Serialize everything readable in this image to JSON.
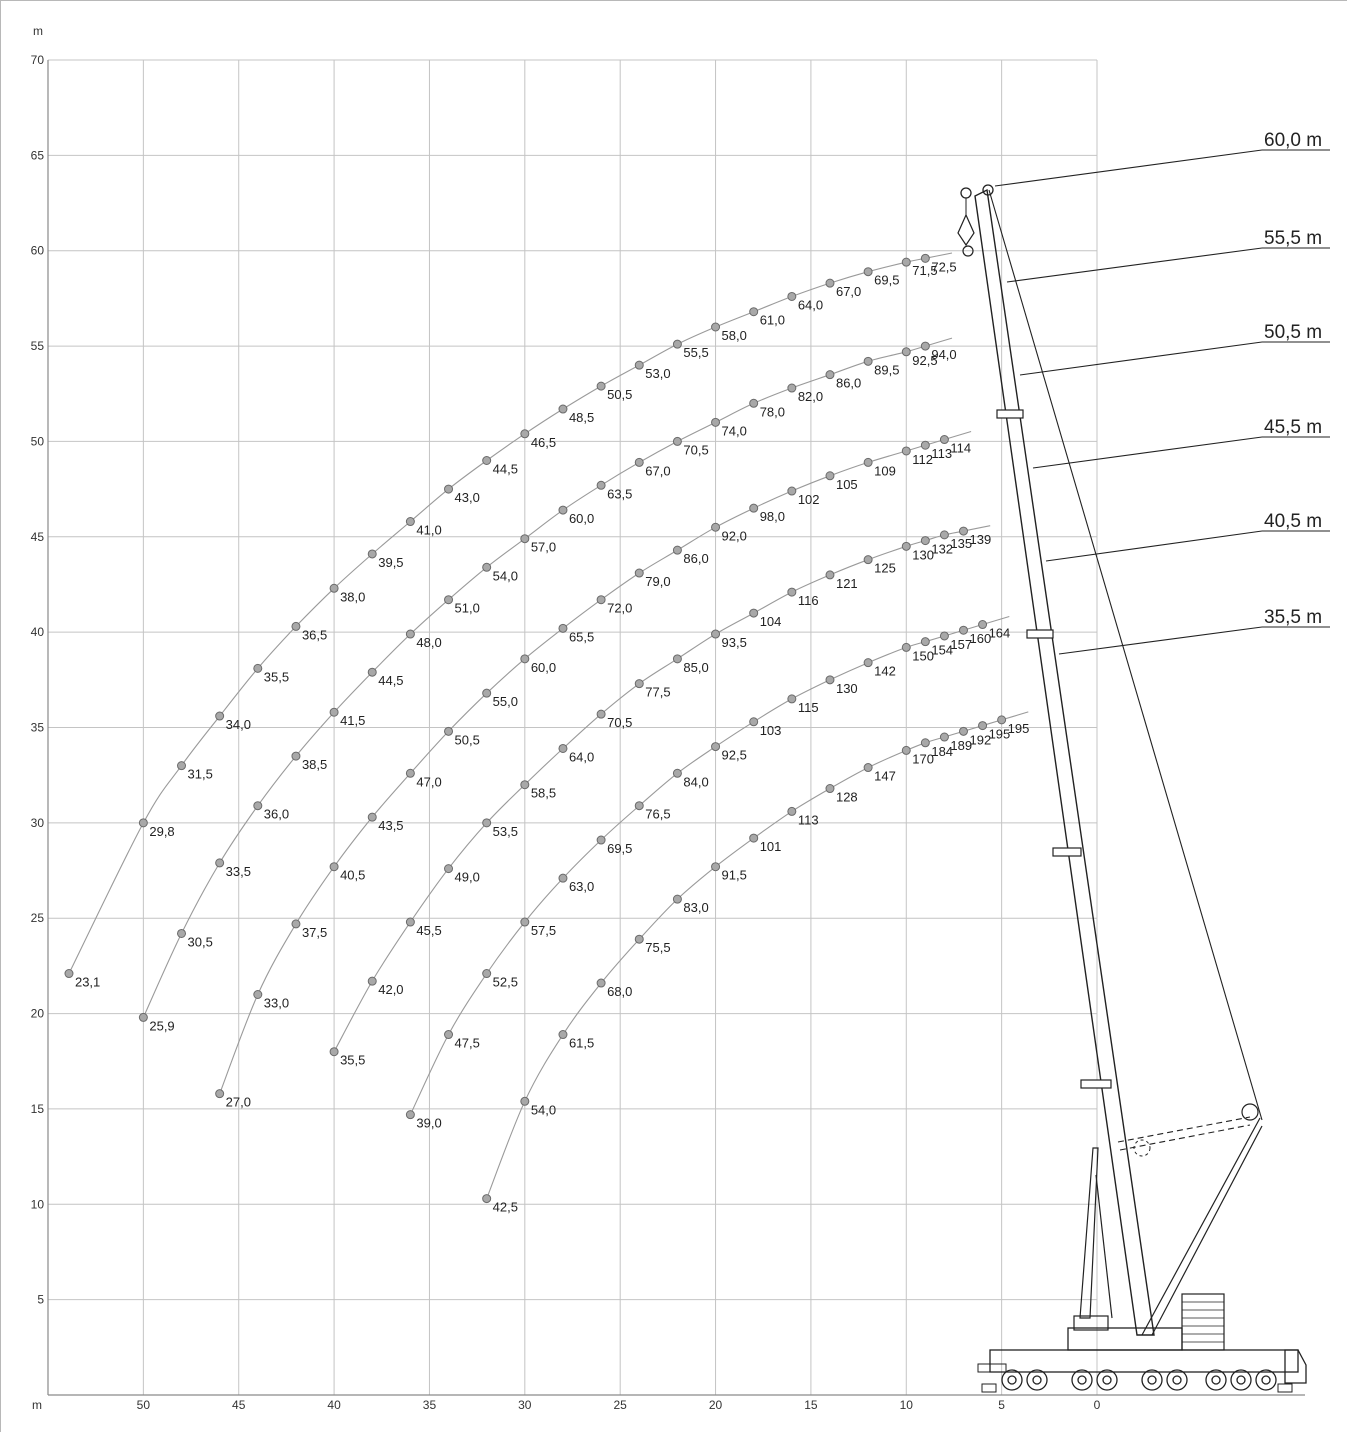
{
  "chart_data": {
    "type": "line",
    "x_unit": "m",
    "y_unit": "m",
    "xlim": [
      55,
      0
    ],
    "ylim": [
      0,
      70
    ],
    "x_ticks": [
      "50",
      "45",
      "40",
      "35",
      "30",
      "25",
      "20",
      "15",
      "10",
      "5",
      "0"
    ],
    "y_ticks": [
      "5",
      "10",
      "15",
      "20",
      "25",
      "30",
      "35",
      "40",
      "45",
      "50",
      "55",
      "60",
      "65",
      "70"
    ],
    "grid": true,
    "boom_lengths": [
      "60,0 m",
      "55,5 m",
      "50,5 m",
      "45,5 m",
      "40,5 m",
      "35,5 m"
    ],
    "series": [
      {
        "points": [
          {
            "x": 53.9,
            "y": 22.1,
            "label": "23,1"
          },
          {
            "x": 50.0,
            "y": 30.0,
            "label": "29,8"
          },
          {
            "x": 48.0,
            "y": 33.0,
            "label": "31,5"
          },
          {
            "x": 46.0,
            "y": 35.6,
            "label": "34,0"
          },
          {
            "x": 44.0,
            "y": 38.1,
            "label": "35,5"
          },
          {
            "x": 42.0,
            "y": 40.3,
            "label": "36,5"
          },
          {
            "x": 40.0,
            "y": 42.3,
            "label": "38,0"
          },
          {
            "x": 38.0,
            "y": 44.1,
            "label": "39,5"
          },
          {
            "x": 36.0,
            "y": 45.8,
            "label": "41,0"
          },
          {
            "x": 34.0,
            "y": 47.5,
            "label": "43,0"
          },
          {
            "x": 32.0,
            "y": 49.0,
            "label": "44,5"
          },
          {
            "x": 30.0,
            "y": 50.4,
            "label": "46,5"
          },
          {
            "x": 28.0,
            "y": 51.7,
            "label": "48,5"
          },
          {
            "x": 26.0,
            "y": 52.9,
            "label": "50,5"
          },
          {
            "x": 24.0,
            "y": 54.0,
            "label": "53,0"
          },
          {
            "x": 22.0,
            "y": 55.1,
            "label": "55,5"
          },
          {
            "x": 20.0,
            "y": 56.0,
            "label": "58,0"
          },
          {
            "x": 18.0,
            "y": 56.8,
            "label": "61,0"
          },
          {
            "x": 16.0,
            "y": 57.6,
            "label": "64,0"
          },
          {
            "x": 14.0,
            "y": 58.3,
            "label": "67,0"
          },
          {
            "x": 12.0,
            "y": 58.9,
            "label": "69,5"
          },
          {
            "x": 10.0,
            "y": 59.4,
            "label": "71,5"
          },
          {
            "x": 9.0,
            "y": 59.6,
            "label": "72,5"
          }
        ]
      },
      {
        "points": [
          {
            "x": 50.0,
            "y": 19.8,
            "label": "25,9"
          },
          {
            "x": 48.0,
            "y": 24.2,
            "label": "30,5"
          },
          {
            "x": 46.0,
            "y": 27.9,
            "label": "33,5"
          },
          {
            "x": 44.0,
            "y": 30.9,
            "label": "36,0"
          },
          {
            "x": 42.0,
            "y": 33.5,
            "label": "38,5"
          },
          {
            "x": 40.0,
            "y": 35.8,
            "label": "41,5"
          },
          {
            "x": 38.0,
            "y": 37.9,
            "label": "44,5"
          },
          {
            "x": 36.0,
            "y": 39.9,
            "label": "48,0"
          },
          {
            "x": 34.0,
            "y": 41.7,
            "label": "51,0"
          },
          {
            "x": 32.0,
            "y": 43.4,
            "label": "54,0"
          },
          {
            "x": 30.0,
            "y": 44.9,
            "label": "57,0"
          },
          {
            "x": 28.0,
            "y": 46.4,
            "label": "60,0"
          },
          {
            "x": 26.0,
            "y": 47.7,
            "label": "63,5"
          },
          {
            "x": 24.0,
            "y": 48.9,
            "label": "67,0"
          },
          {
            "x": 22.0,
            "y": 50.0,
            "label": "70,5"
          },
          {
            "x": 20.0,
            "y": 51.0,
            "label": "74,0"
          },
          {
            "x": 18.0,
            "y": 52.0,
            "label": "78,0"
          },
          {
            "x": 16.0,
            "y": 52.8,
            "label": "82,0"
          },
          {
            "x": 14.0,
            "y": 53.5,
            "label": "86,0"
          },
          {
            "x": 12.0,
            "y": 54.2,
            "label": "89,5"
          },
          {
            "x": 10.0,
            "y": 54.7,
            "label": "92,5"
          },
          {
            "x": 9.0,
            "y": 55.0,
            "label": "94,0"
          }
        ]
      },
      {
        "points": [
          {
            "x": 46.0,
            "y": 15.8,
            "label": "27,0"
          },
          {
            "x": 44.0,
            "y": 21.0,
            "label": "33,0"
          },
          {
            "x": 42.0,
            "y": 24.7,
            "label": "37,5"
          },
          {
            "x": 40.0,
            "y": 27.7,
            "label": "40,5"
          },
          {
            "x": 38.0,
            "y": 30.3,
            "label": "43,5"
          },
          {
            "x": 36.0,
            "y": 32.6,
            "label": "47,0"
          },
          {
            "x": 34.0,
            "y": 34.8,
            "label": "50,5"
          },
          {
            "x": 32.0,
            "y": 36.8,
            "label": "55,0"
          },
          {
            "x": 30.0,
            "y": 38.6,
            "label": "60,0"
          },
          {
            "x": 28.0,
            "y": 40.2,
            "label": "65,5"
          },
          {
            "x": 26.0,
            "y": 41.7,
            "label": "72,0"
          },
          {
            "x": 24.0,
            "y": 43.1,
            "label": "79,0"
          },
          {
            "x": 22.0,
            "y": 44.3,
            "label": "86,0"
          },
          {
            "x": 20.0,
            "y": 45.5,
            "label": "92,0"
          },
          {
            "x": 18.0,
            "y": 46.5,
            "label": "98,0"
          },
          {
            "x": 16.0,
            "y": 47.4,
            "label": "102"
          },
          {
            "x": 14.0,
            "y": 48.2,
            "label": "105"
          },
          {
            "x": 12.0,
            "y": 48.9,
            "label": "109"
          },
          {
            "x": 10.0,
            "y": 49.5,
            "label": "112"
          },
          {
            "x": 9.0,
            "y": 49.8,
            "label": "113"
          },
          {
            "x": 8.0,
            "y": 50.1,
            "label": "114"
          }
        ]
      },
      {
        "points": [
          {
            "x": 40.0,
            "y": 18.0,
            "label": "35,5"
          },
          {
            "x": 38.0,
            "y": 21.7,
            "label": "42,0"
          },
          {
            "x": 36.0,
            "y": 24.8,
            "label": "45,5"
          },
          {
            "x": 34.0,
            "y": 27.6,
            "label": "49,0"
          },
          {
            "x": 32.0,
            "y": 30.0,
            "label": "53,5"
          },
          {
            "x": 30.0,
            "y": 32.0,
            "label": "58,5"
          },
          {
            "x": 28.0,
            "y": 33.9,
            "label": "64,0"
          },
          {
            "x": 26.0,
            "y": 35.7,
            "label": "70,5"
          },
          {
            "x": 24.0,
            "y": 37.3,
            "label": "77,5"
          },
          {
            "x": 22.0,
            "y": 38.6,
            "label": "85,0"
          },
          {
            "x": 20.0,
            "y": 39.9,
            "label": "93,5"
          },
          {
            "x": 18.0,
            "y": 41.0,
            "label": "104"
          },
          {
            "x": 16.0,
            "y": 42.1,
            "label": "116"
          },
          {
            "x": 14.0,
            "y": 43.0,
            "label": "121"
          },
          {
            "x": 12.0,
            "y": 43.8,
            "label": "125"
          },
          {
            "x": 10.0,
            "y": 44.5,
            "label": "130"
          },
          {
            "x": 9.0,
            "y": 44.8,
            "label": "132"
          },
          {
            "x": 8.0,
            "y": 45.1,
            "label": "135"
          },
          {
            "x": 7.0,
            "y": 45.3,
            "label": "139"
          }
        ]
      },
      {
        "points": [
          {
            "x": 36.0,
            "y": 14.7,
            "label": "39,0"
          },
          {
            "x": 34.0,
            "y": 18.9,
            "label": "47,5"
          },
          {
            "x": 32.0,
            "y": 22.1,
            "label": "52,5"
          },
          {
            "x": 30.0,
            "y": 24.8,
            "label": "57,5"
          },
          {
            "x": 28.0,
            "y": 27.1,
            "label": "63,0"
          },
          {
            "x": 26.0,
            "y": 29.1,
            "label": "69,5"
          },
          {
            "x": 24.0,
            "y": 30.9,
            "label": "76,5"
          },
          {
            "x": 22.0,
            "y": 32.6,
            "label": "84,0"
          },
          {
            "x": 20.0,
            "y": 34.0,
            "label": "92,5"
          },
          {
            "x": 18.0,
            "y": 35.3,
            "label": "103"
          },
          {
            "x": 16.0,
            "y": 36.5,
            "label": "115"
          },
          {
            "x": 14.0,
            "y": 37.5,
            "label": "130"
          },
          {
            "x": 12.0,
            "y": 38.4,
            "label": "142"
          },
          {
            "x": 10.0,
            "y": 39.2,
            "label": "150"
          },
          {
            "x": 9.0,
            "y": 39.5,
            "label": "154"
          },
          {
            "x": 8.0,
            "y": 39.8,
            "label": "157"
          },
          {
            "x": 7.0,
            "y": 40.1,
            "label": "160"
          },
          {
            "x": 6.0,
            "y": 40.4,
            "label": "164"
          }
        ]
      },
      {
        "points": [
          {
            "x": 32.0,
            "y": 10.3,
            "label": "42,5"
          },
          {
            "x": 30.0,
            "y": 15.4,
            "label": "54,0"
          },
          {
            "x": 28.0,
            "y": 18.9,
            "label": "61,5"
          },
          {
            "x": 26.0,
            "y": 21.6,
            "label": "68,0"
          },
          {
            "x": 24.0,
            "y": 23.9,
            "label": "75,5"
          },
          {
            "x": 22.0,
            "y": 26.0,
            "label": "83,0"
          },
          {
            "x": 20.0,
            "y": 27.7,
            "label": "91,5"
          },
          {
            "x": 18.0,
            "y": 29.2,
            "label": "101"
          },
          {
            "x": 16.0,
            "y": 30.6,
            "label": "113"
          },
          {
            "x": 14.0,
            "y": 31.8,
            "label": "128"
          },
          {
            "x": 12.0,
            "y": 32.9,
            "label": "147"
          },
          {
            "x": 10.0,
            "y": 33.8,
            "label": "170"
          },
          {
            "x": 9.0,
            "y": 34.2,
            "label": "184"
          },
          {
            "x": 8.0,
            "y": 34.5,
            "label": "189"
          },
          {
            "x": 7.0,
            "y": 34.8,
            "label": "192"
          },
          {
            "x": 6.0,
            "y": 35.1,
            "label": "195"
          },
          {
            "x": 5.0,
            "y": 35.4,
            "label": "195"
          }
        ]
      }
    ]
  },
  "colors": {
    "grid": "#c4c4c4",
    "axis": "#8a8a8a",
    "curve": "#9a9a9a",
    "point_fill": "#a8a8a8",
    "point_stroke": "#6a6a6a",
    "crane": "#222222"
  }
}
